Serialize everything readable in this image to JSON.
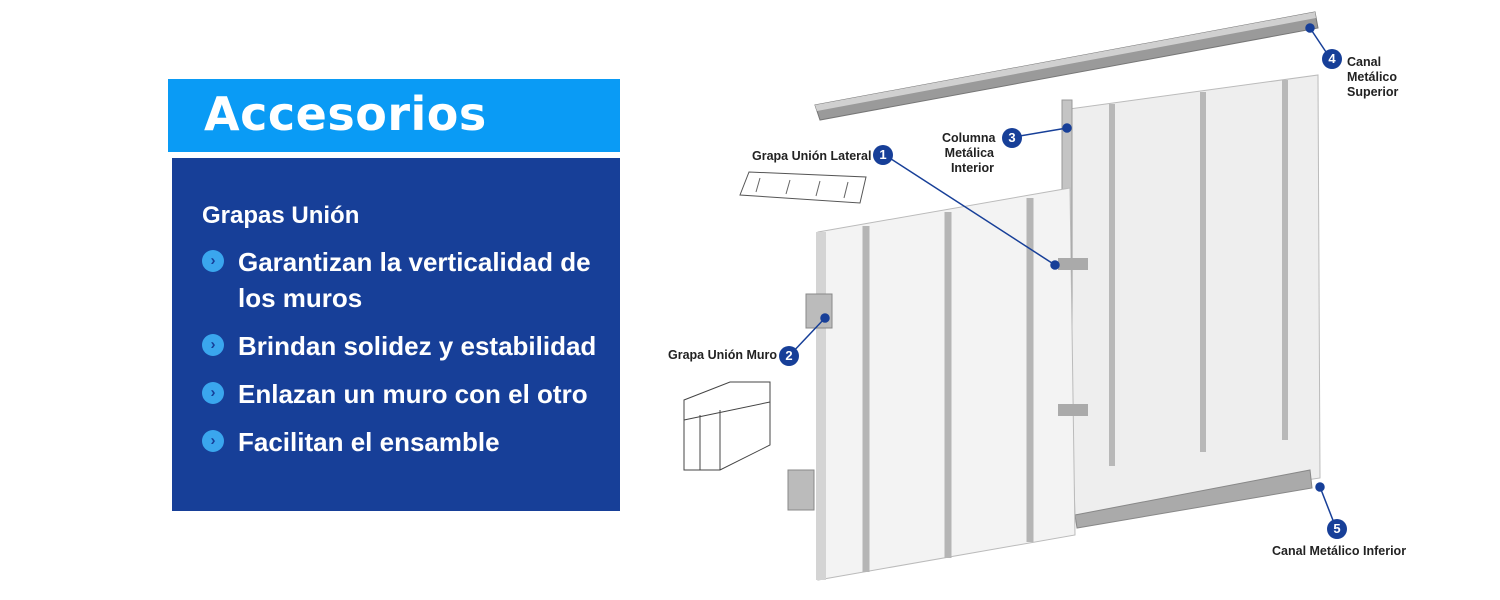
{
  "header": {
    "title": "Accesorios"
  },
  "panel": {
    "subtitle": "Grapas Unión",
    "bullets": [
      {
        "icon": "chevron-right-circle-icon",
        "glyph": "›",
        "text": "Garantizan la verticalidad de los muros"
      },
      {
        "icon": "chevron-right-circle-icon",
        "glyph": "›",
        "text": "Brindan solidez y estabilidad"
      },
      {
        "icon": "chevron-right-circle-icon",
        "glyph": "›",
        "text": "Enlazan un muro con el otro"
      },
      {
        "icon": "chevron-right-circle-icon",
        "glyph": "›",
        "text": "Facilitan el ensamble"
      }
    ]
  },
  "callouts": [
    {
      "number": "1",
      "label": "Grapa Unión Lateral"
    },
    {
      "number": "2",
      "label": "Grapa Unión Muro"
    },
    {
      "number": "3",
      "label_lines": [
        "Columna",
        "Metálica",
        "Interior"
      ]
    },
    {
      "number": "4",
      "label_lines": [
        "Canal",
        "Metálico",
        "Superior"
      ]
    },
    {
      "number": "5",
      "label": "Canal Metálico Inferior"
    }
  ],
  "colors": {
    "title_bg": "#0a9bf5",
    "panel_bg": "#173f98",
    "bullet": "#3aa6ee",
    "callout": "#173f98"
  }
}
